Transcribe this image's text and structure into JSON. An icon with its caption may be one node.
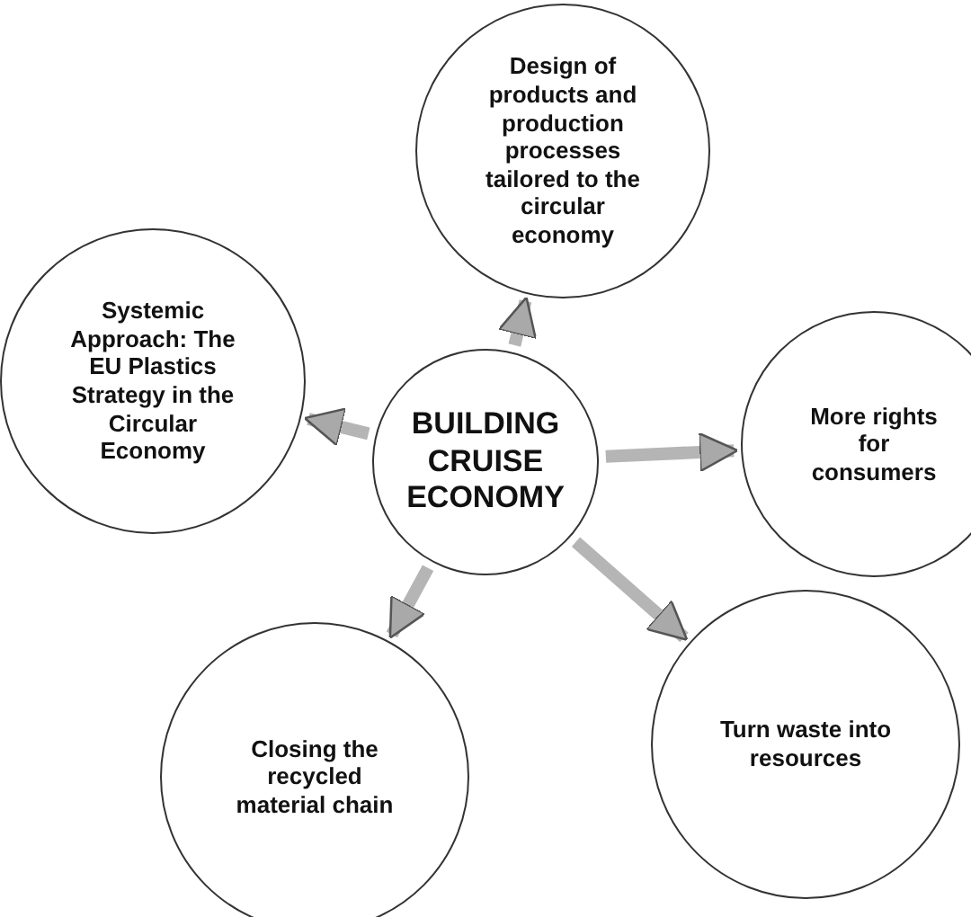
{
  "diagram": {
    "nodes": [
      {
        "text": [
          "Design of products and production processes tailored to the circular economy"
        ]
      },
      {
        "text": [
          "Systemic Approach: The EU Plastics Strategy in the Circular Economy"
        ]
      },
      {
        "text": [
          "More rights for consumers"
        ]
      },
      {
        "text": [
          "BUILDING CRUISE ECONOMY"
        ]
      },
      {
        "text": [
          "Closing the recycled material chain"
        ]
      },
      {
        "text": [
          "Turn waste into resources"
        ]
      }
    ],
    "edges": [
      {
        "from": 3,
        "to": 0,
        "arrow": "to"
      },
      {
        "from": 3,
        "to": 1,
        "arrow": "to"
      },
      {
        "from": 3,
        "to": 2,
        "arrow": "to"
      },
      {
        "from": 3,
        "to": 4,
        "arrow": "to"
      },
      {
        "from": 3,
        "to": 5,
        "arrow": "to"
      }
    ]
  }
}
